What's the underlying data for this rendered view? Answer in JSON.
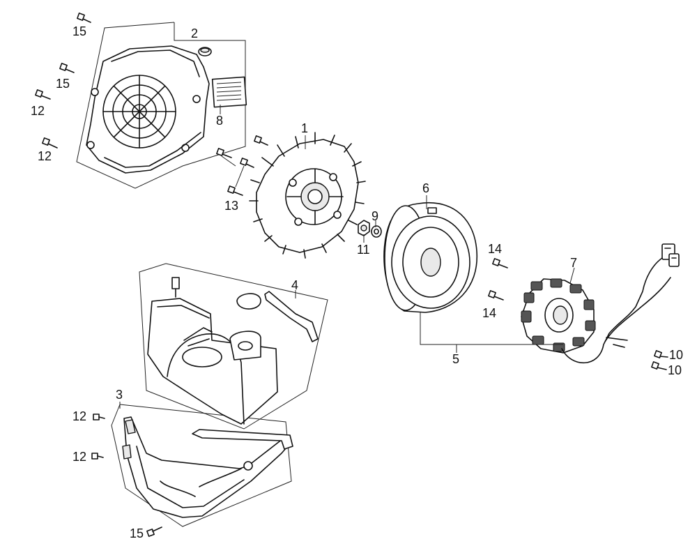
{
  "callouts": [
    {
      "id": "c1",
      "text": "1"
    },
    {
      "id": "c2",
      "text": "2"
    },
    {
      "id": "c3",
      "text": "3"
    },
    {
      "id": "c4",
      "text": "4"
    },
    {
      "id": "c5",
      "text": "5"
    },
    {
      "id": "c6",
      "text": "6"
    },
    {
      "id": "c7",
      "text": "7"
    },
    {
      "id": "c8",
      "text": "8"
    },
    {
      "id": "c9",
      "text": "9"
    },
    {
      "id": "c10a",
      "text": "10"
    },
    {
      "id": "c10b",
      "text": "10"
    },
    {
      "id": "c11",
      "text": "11"
    },
    {
      "id": "c12a",
      "text": "12"
    },
    {
      "id": "c12b",
      "text": "12"
    },
    {
      "id": "c12c",
      "text": "12"
    },
    {
      "id": "c12d",
      "text": "12"
    },
    {
      "id": "c13",
      "text": "13"
    },
    {
      "id": "c14a",
      "text": "14"
    },
    {
      "id": "c14b",
      "text": "14"
    },
    {
      "id": "c15a",
      "text": "15"
    },
    {
      "id": "c15b",
      "text": "15"
    },
    {
      "id": "c15c",
      "text": "15"
    }
  ],
  "colors": {
    "line": "#111111",
    "background": "#ffffff",
    "shade": "#e9e9e9"
  }
}
